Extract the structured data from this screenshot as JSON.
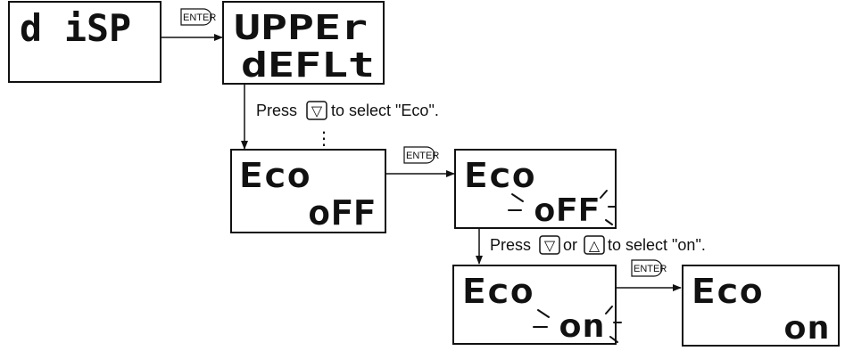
{
  "displays": {
    "disp": {
      "line1": "d iSP",
      "line2": ""
    },
    "upper": {
      "line1": "UPPEr",
      "line2": "dEFLt"
    },
    "eco_off": {
      "line1": "Eco",
      "line2": "oFF"
    },
    "eco_off_b": {
      "line1": "Eco",
      "line2": "oFF"
    },
    "eco_on_b": {
      "line1": "Eco",
      "line2": "on"
    },
    "eco_on": {
      "line1": "Eco",
      "line2": "on"
    }
  },
  "keys": {
    "enter_label": "ENTER",
    "down_symbol": "▽",
    "up_symbol": "△"
  },
  "instructions": {
    "step1_prefix": "Press",
    "step1_suffix": "to select \"Eco\".",
    "ellipsis": "⋮",
    "step2_prefix": "Press",
    "step2_middle": "or",
    "step2_suffix": "to select \"on\"."
  }
}
